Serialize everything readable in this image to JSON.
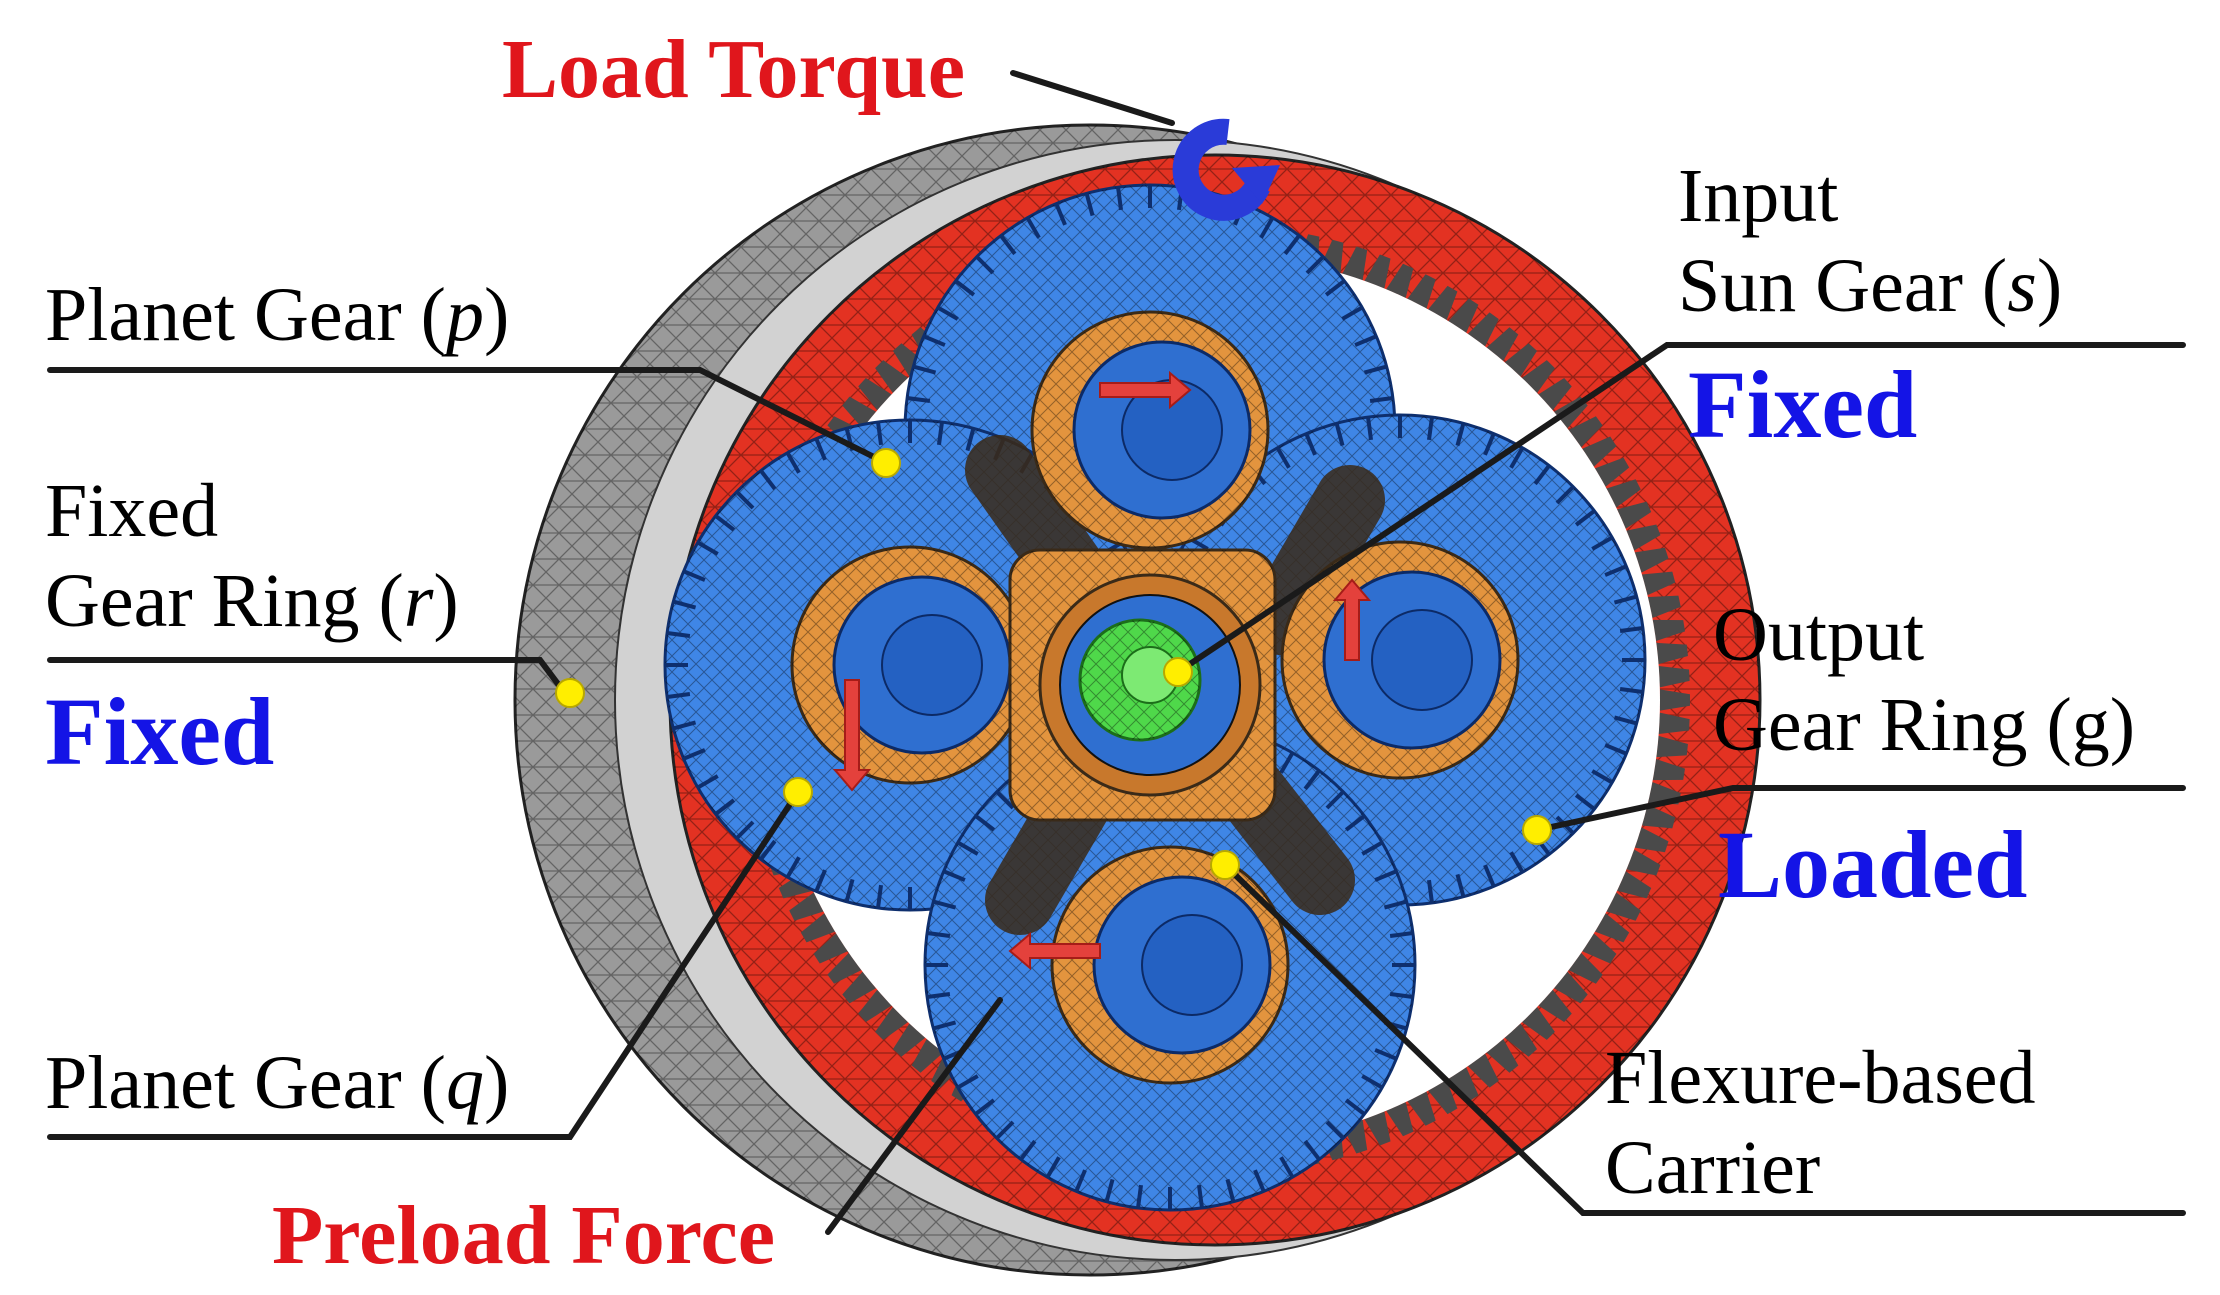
{
  "labels": {
    "load_torque": "Load Torque",
    "planet_p_text": "Planet Gear (",
    "planet_p_sym": "p",
    "planet_p_close": ")",
    "fixed_ring_line1": "Fixed",
    "fixed_ring_text": "Gear Ring (",
    "fixed_ring_sym": "r",
    "fixed_ring_close": ")",
    "fixed_ring_state": "Fixed",
    "planet_q_text": "Planet Gear (",
    "planet_q_sym": "q",
    "planet_q_close": ")",
    "preload_force": "Preload Force",
    "input_line1": "Input",
    "input_text": "Sun Gear (",
    "input_sym": "s",
    "input_close": ")",
    "input_state": "Fixed",
    "output_line1": "Output",
    "output_line2": "Gear Ring (g)",
    "output_state": "Loaded",
    "carrier_line1": "Flexure-based",
    "carrier_line2": "Carrier"
  },
  "colors": {
    "ring_red": "#e33222",
    "gear_blue": "#3f86e6",
    "carrier_orange": "#e3943e",
    "housing_gray": "#9a9a9a",
    "sun_green": "#4fd84a",
    "marker_yellow": "#ffee00",
    "accent_red": "#e0161c",
    "accent_blue": "#1414e6"
  }
}
